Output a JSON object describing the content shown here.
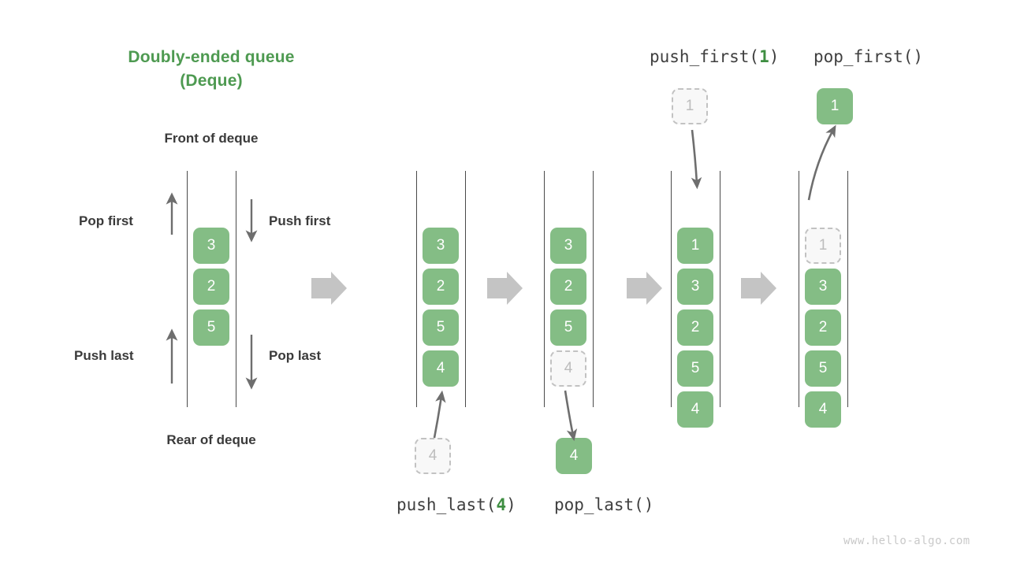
{
  "title": {
    "line1": "Doubly-ended queue",
    "line2": "(Deque)"
  },
  "labels": {
    "front": "Front of deque",
    "rear": "Rear of deque",
    "pop_first": "Pop first",
    "push_first": "Push first",
    "push_last": "Push last",
    "pop_last": "Pop last"
  },
  "captions": {
    "push_last": {
      "name": "push_last(",
      "arg": "4",
      "close": ")"
    },
    "pop_last": {
      "text": "pop_last()"
    },
    "push_first": {
      "name": "push_first(",
      "arg": "1",
      "close": ")"
    },
    "pop_first": {
      "text": "pop_first()"
    }
  },
  "colors": {
    "accent_green": "#4e9a51",
    "box_green": "#84bd85",
    "ghost_fill": "#f8f8f8",
    "ghost_border": "#c2c2c2",
    "text_dark": "#3a3a3a",
    "arrow_grey": "#6e6e6e",
    "step_arrow_grey": "#c4c4c4",
    "watermark": "#c9c9c9"
  },
  "panels": [
    {
      "id": "initial",
      "values": [
        "3",
        "2",
        "5"
      ],
      "ghost_index": -1,
      "external": null
    },
    {
      "id": "push-last",
      "values": [
        "3",
        "2",
        "5",
        "4"
      ],
      "ghost_index": -1,
      "external": {
        "value": "4",
        "style": "ghost",
        "position": "below"
      }
    },
    {
      "id": "pop-last",
      "values": [
        "3",
        "2",
        "5",
        "4"
      ],
      "ghost_index": 3,
      "external": {
        "value": "4",
        "style": "solid",
        "position": "below"
      }
    },
    {
      "id": "push-first",
      "values": [
        "1",
        "3",
        "2",
        "5",
        "4"
      ],
      "ghost_index": -1,
      "external": {
        "value": "1",
        "style": "ghost",
        "position": "above"
      }
    },
    {
      "id": "pop-first",
      "values": [
        "1",
        "3",
        "2",
        "5",
        "4"
      ],
      "ghost_index": 0,
      "external": {
        "value": "1",
        "style": "solid",
        "position": "above"
      }
    }
  ],
  "watermark": "www.hello-algo.com"
}
